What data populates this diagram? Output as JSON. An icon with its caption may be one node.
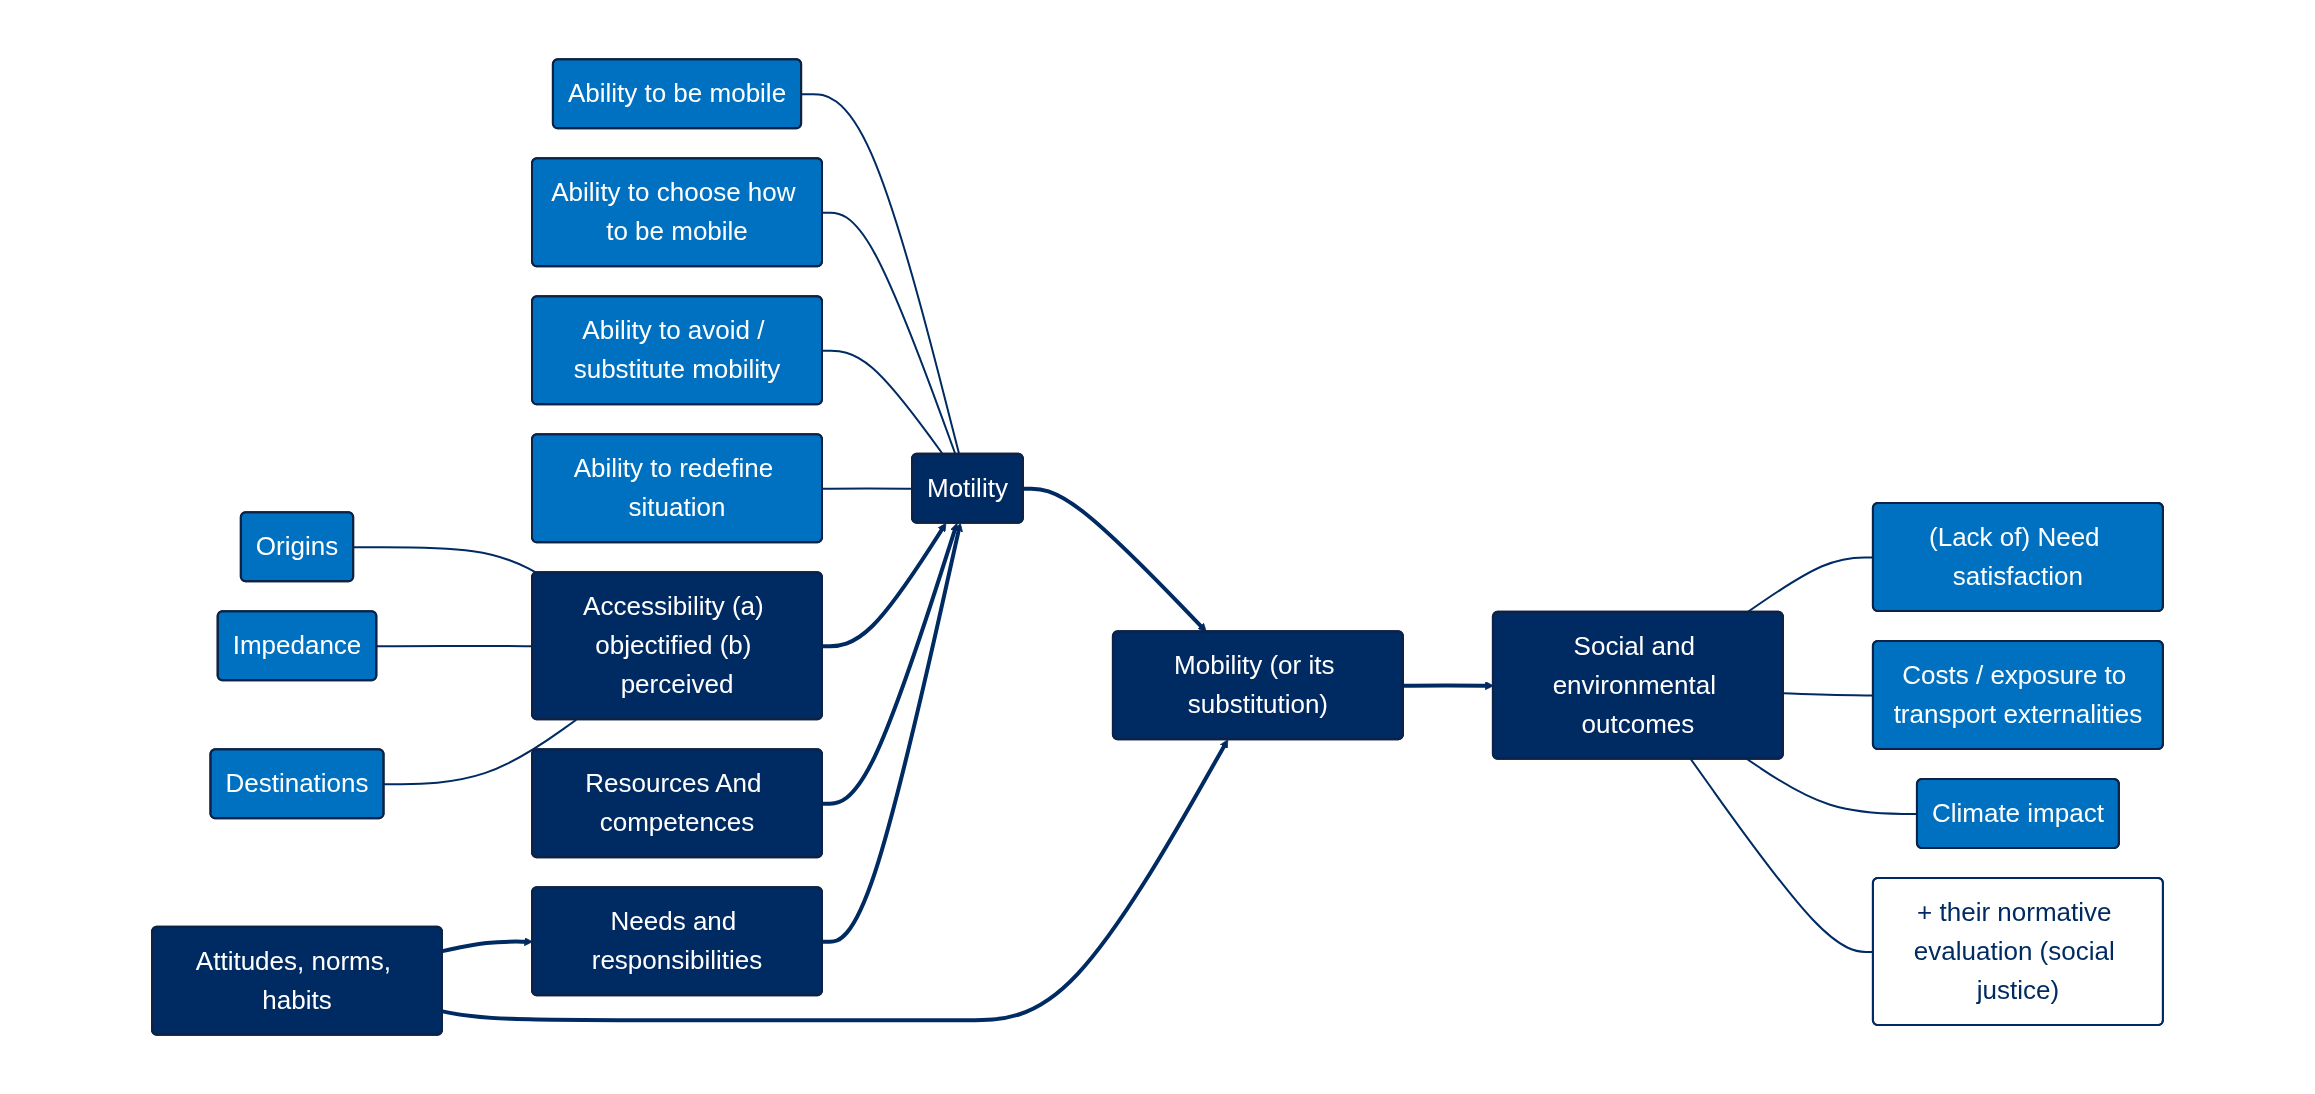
{
  "diagram": {
    "nodes": [
      {
        "text": [
          "Origins"
        ]
      },
      {
        "text": [
          "Impedance"
        ]
      },
      {
        "text": [
          "Destinations"
        ]
      },
      {
        "text": [
          "Accessibility (a) objectified (b) perceived"
        ]
      },
      {
        "text": [
          "Ability to be mobile"
        ]
      },
      {
        "text": [
          "Ability to choose how to be mobile"
        ]
      },
      {
        "text": [
          "Ability to avoid / substitute mobility"
        ]
      },
      {
        "text": [
          "Ability to redefine situation"
        ]
      },
      {
        "text": [
          "Motility"
        ]
      },
      {
        "text": [
          "Mobility (or its substitution)"
        ]
      },
      {
        "text": [
          "(Lack of) Need satisfaction"
        ]
      },
      {
        "text": [
          "Costs / exposure to transport externalities"
        ]
      },
      {
        "text": [
          "Climate impact"
        ]
      },
      {
        "text": [
          "Social and environmental outcomes"
        ]
      },
      {
        "text": [
          "+ their normative evaluation (social justice)"
        ]
      },
      {
        "text": [
          "Resources And competences"
        ]
      },
      {
        "text": [
          "Needs and responsibilities"
        ]
      },
      {
        "text": [
          "Attitudes, norms, habits"
        ]
      }
    ],
    "edges": [
      {
        "from": 3,
        "to": 0,
        "arrow": "none"
      },
      {
        "from": 3,
        "to": 1,
        "arrow": "none"
      },
      {
        "from": 3,
        "to": 2,
        "arrow": "none"
      },
      {
        "from": 8,
        "to": 4,
        "arrow": "none"
      },
      {
        "from": 8,
        "to": 5,
        "arrow": "none"
      },
      {
        "from": 8,
        "to": 6,
        "arrow": "none"
      },
      {
        "from": 8,
        "to": 7,
        "arrow": "none"
      },
      {
        "from": 13,
        "to": 10,
        "arrow": "none"
      },
      {
        "from": 13,
        "to": 11,
        "arrow": "none"
      },
      {
        "from": 13,
        "to": 12,
        "arrow": "none"
      },
      {
        "from": 3,
        "to": 8,
        "arrow": "to"
      },
      {
        "from": 8,
        "to": 9,
        "arrow": "to"
      },
      {
        "from": 9,
        "to": 13,
        "arrow": "to"
      },
      {
        "from": 15,
        "to": 8,
        "arrow": "to"
      },
      {
        "from": 16,
        "to": 8,
        "arrow": "to"
      },
      {
        "from": 17,
        "to": 9,
        "arrow": "to"
      },
      {
        "from": 17,
        "to": 16,
        "arrow": "to"
      },
      {
        "from": 14,
        "to": 13,
        "arrow": "none"
      }
    ]
  }
}
